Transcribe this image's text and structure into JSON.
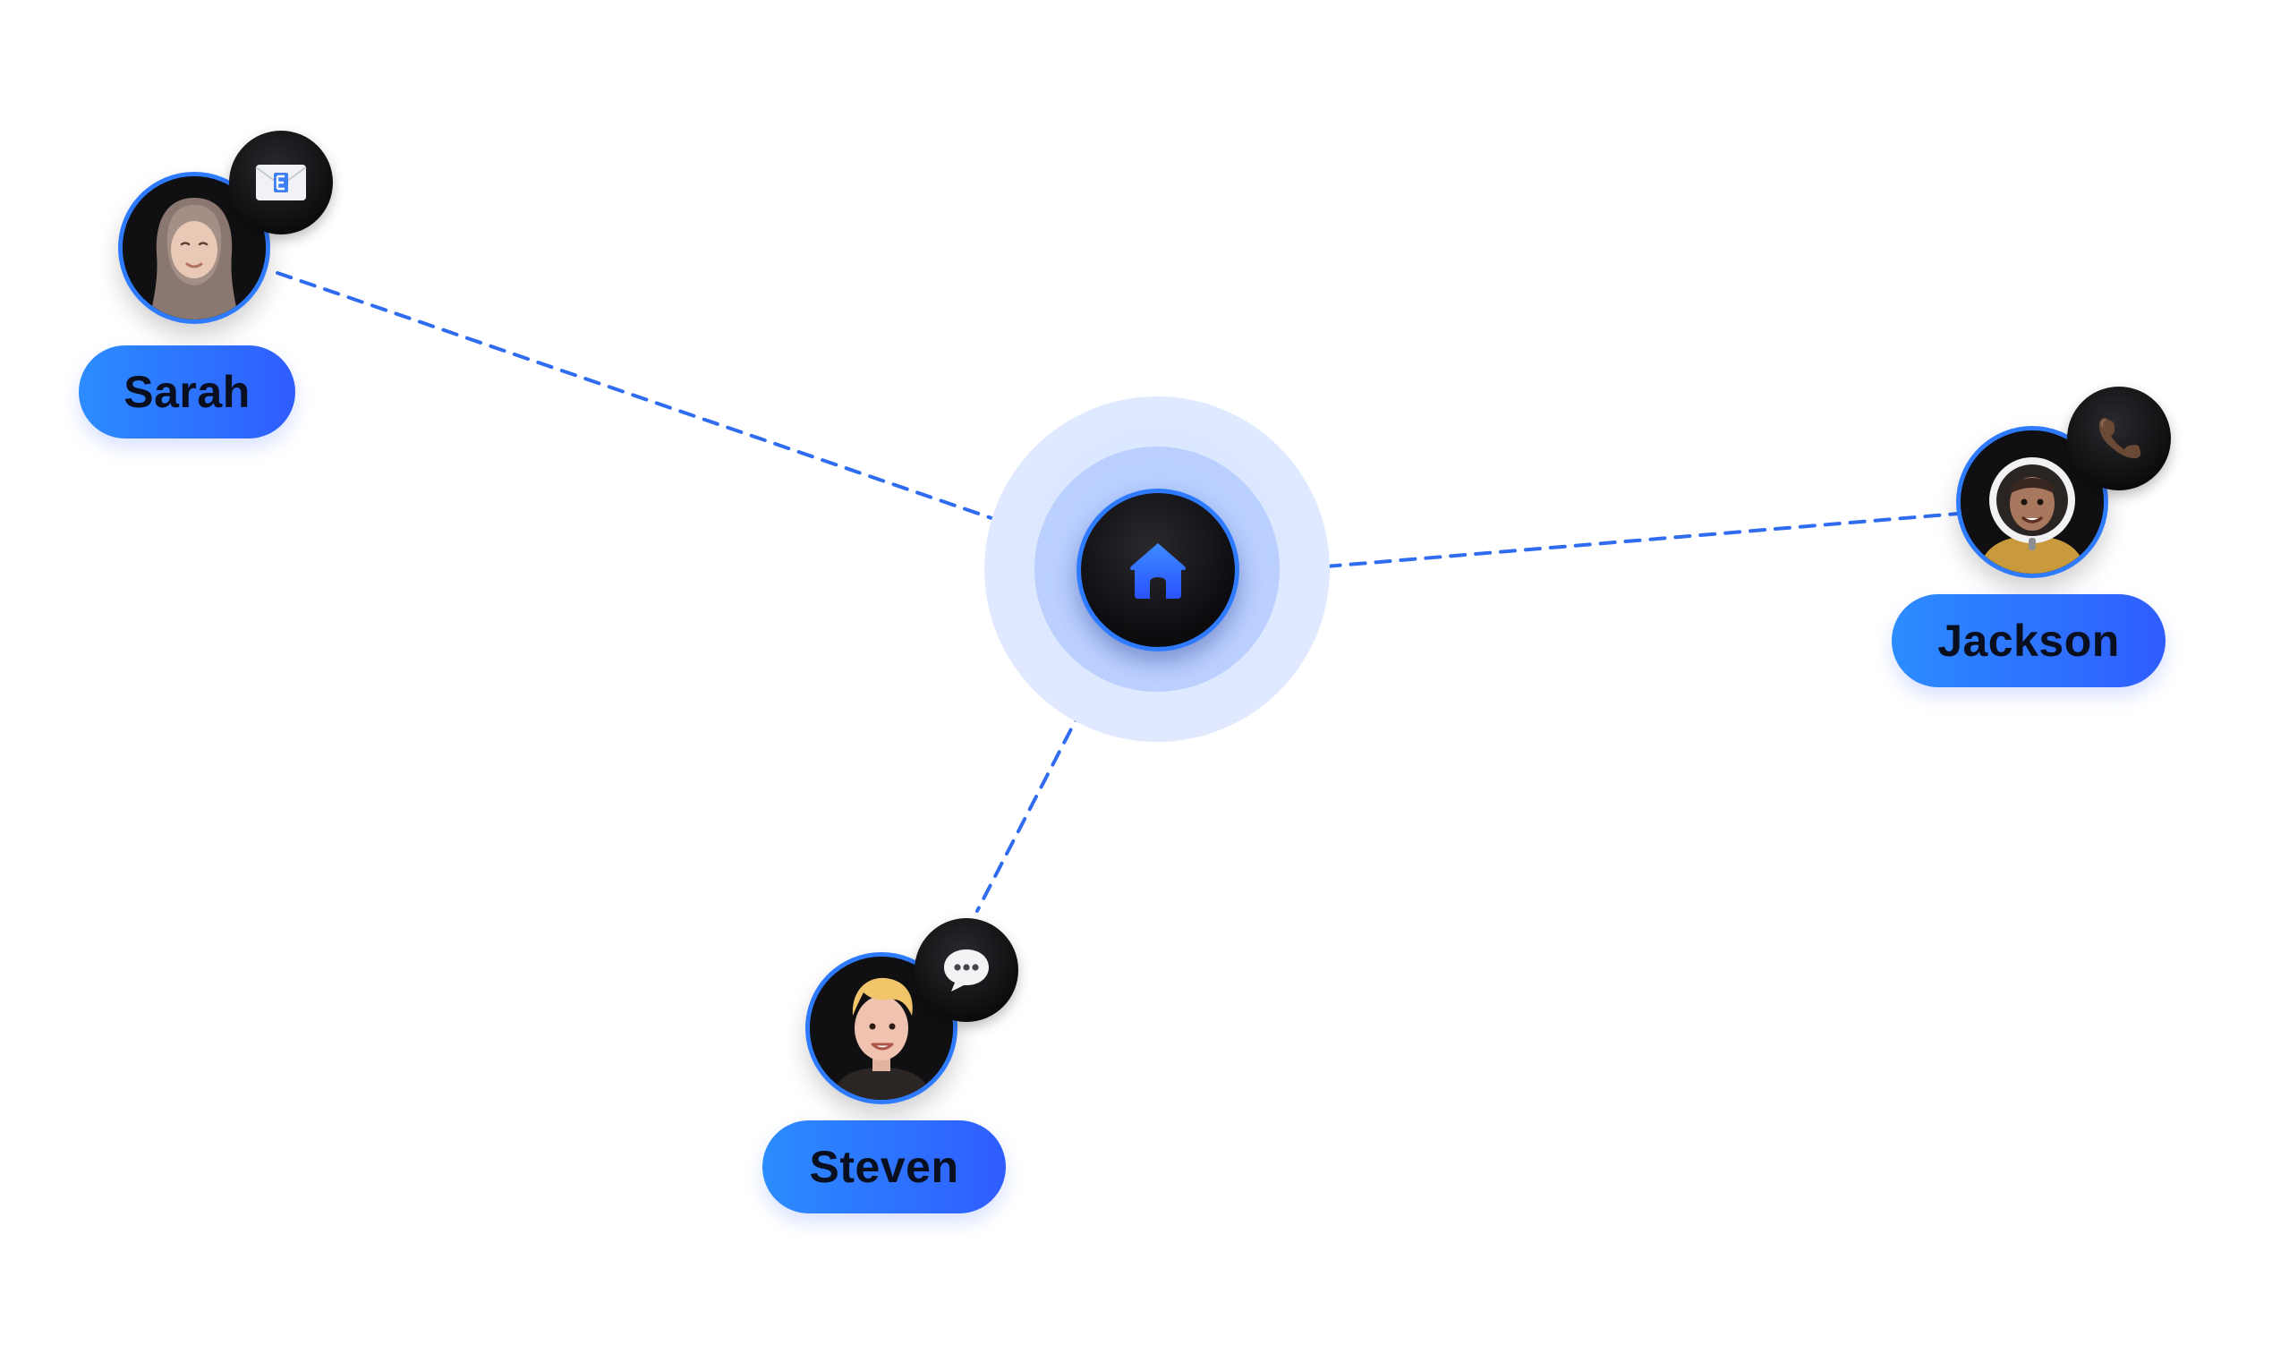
{
  "hub": {
    "icon": "home-icon",
    "accent": "#2f7bff"
  },
  "people": [
    {
      "id": "sarah",
      "name": "Sarah",
      "channel_icon": "envelope-icon"
    },
    {
      "id": "jackson",
      "name": "Jackson",
      "channel_icon": "phone-icon"
    },
    {
      "id": "steven",
      "name": "Steven",
      "channel_icon": "chat-bubble-icon"
    }
  ],
  "colors": {
    "connector": "#2f6cf0",
    "pill_start": "#2b8cff",
    "pill_end": "#2f5dff",
    "label_text": "#0a0f1f"
  }
}
